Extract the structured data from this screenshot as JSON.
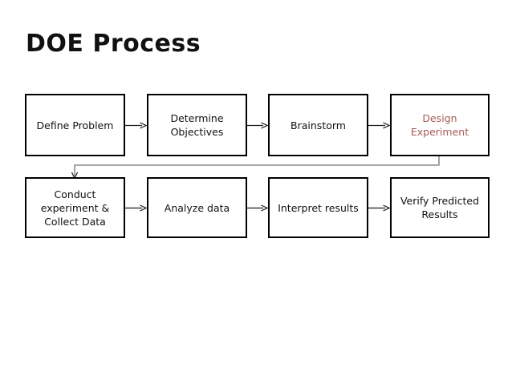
{
  "slide": {
    "title": "DOE Process",
    "background_color": "#ffffff"
  },
  "colors": {
    "box_border": "#000000",
    "box_fill": "#ffffff",
    "text": "#111111",
    "accent_text": "#a35a55",
    "arrow": "#1a1a1a",
    "feedback_line": "#8c8c8c"
  },
  "diagram": {
    "name": "DOE Process flowchart",
    "rows": [
      {
        "name": "row-1",
        "boxes": [
          {
            "id": "define-problem",
            "label": "Define Problem",
            "accent": false
          },
          {
            "id": "determine-objectives",
            "label": "Determine\nObjectives",
            "accent": false
          },
          {
            "id": "brainstorm",
            "label": "Brainstorm",
            "accent": false
          },
          {
            "id": "design-experiment",
            "label": "Design\nExperiment",
            "accent": true
          }
        ]
      },
      {
        "name": "row-2",
        "boxes": [
          {
            "id": "conduct-experiment",
            "label": "Conduct\nexperiment &\nCollect Data",
            "accent": false
          },
          {
            "id": "analyze-data",
            "label": "Analyze data",
            "accent": false
          },
          {
            "id": "interpret-results",
            "label": "Interpret results",
            "accent": false
          },
          {
            "id": "verify-predicted-results",
            "label": "Verify Predicted\nResults",
            "accent": false
          }
        ]
      }
    ],
    "connectors": [
      {
        "id": "arrow-define-to-determine",
        "from": "define-problem",
        "to": "determine-objectives"
      },
      {
        "id": "arrow-determine-to-brainstorm",
        "from": "determine-objectives",
        "to": "brainstorm"
      },
      {
        "id": "arrow-brainstorm-to-design",
        "from": "brainstorm",
        "to": "design-experiment"
      },
      {
        "id": "arrow-conduct-to-analyze",
        "from": "conduct-experiment",
        "to": "analyze-data"
      },
      {
        "id": "arrow-analyze-to-interpret",
        "from": "analyze-data",
        "to": "interpret-results"
      },
      {
        "id": "arrow-interpret-to-verify",
        "from": "interpret-results",
        "to": "verify-predicted-results"
      },
      {
        "id": "feedback-design-to-conduct",
        "from": "design-experiment",
        "to": "conduct-experiment"
      }
    ]
  }
}
